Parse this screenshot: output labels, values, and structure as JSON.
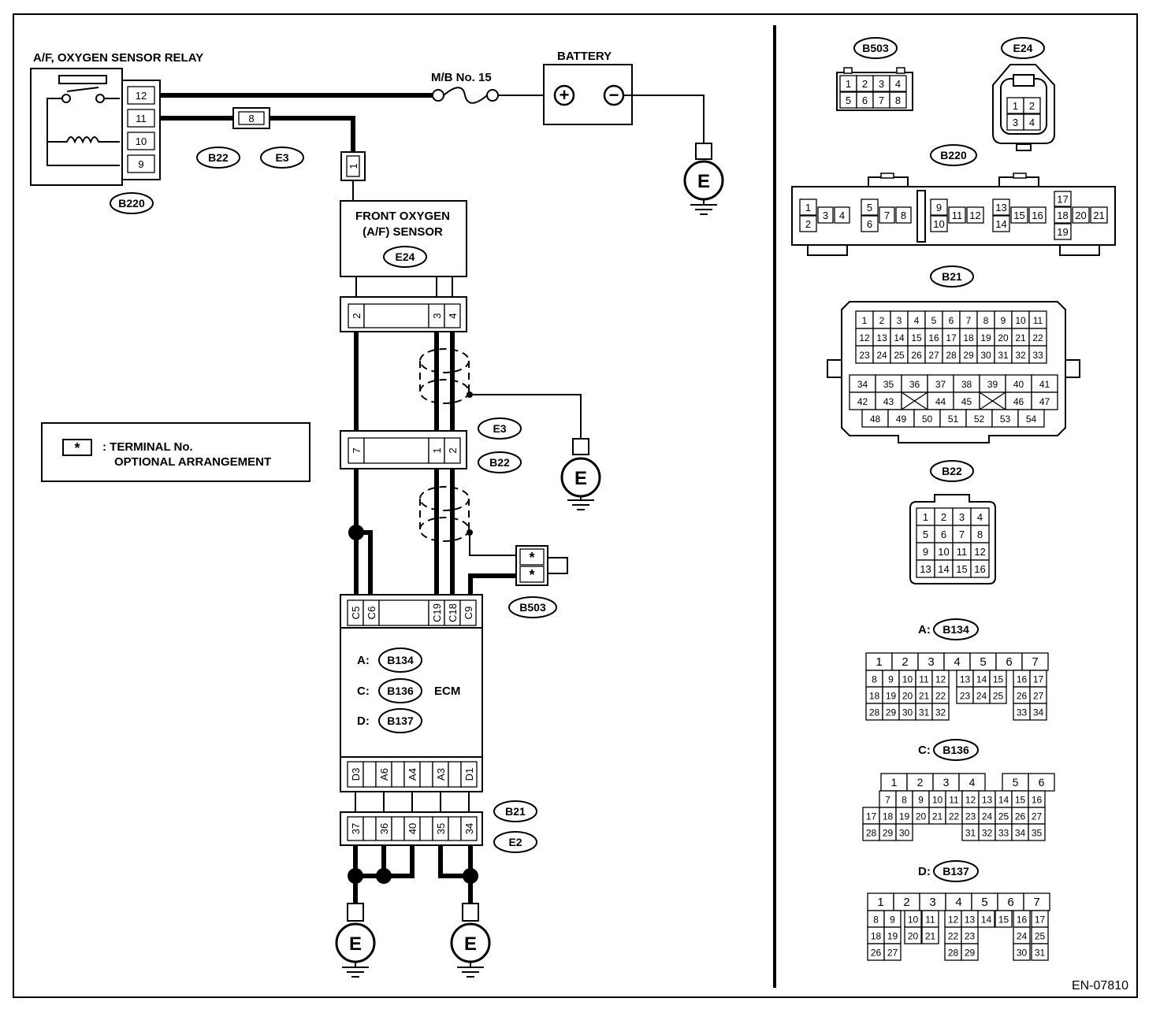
{
  "relay": {
    "title": "A/F, OXYGEN SENSOR RELAY",
    "pins": [
      "12",
      "11",
      "10",
      "9"
    ],
    "connector": "B220"
  },
  "fuse": {
    "label": "M/B No. 15"
  },
  "battery": {
    "label": "BATTERY",
    "plus": "+",
    "minus": "−"
  },
  "joint8": {
    "pin": "8",
    "connectors": [
      "B22",
      "E3"
    ]
  },
  "pin1": "1",
  "sensor": {
    "line1": "FRONT OXYGEN",
    "line2": "(A/F) SENSOR",
    "connector": "E24",
    "conn_pins": [
      "2",
      "3",
      "4"
    ]
  },
  "mid_connector": {
    "pins": [
      "7",
      "1",
      "2"
    ],
    "labels": [
      "E3",
      "B22"
    ]
  },
  "ground": {
    "symbol": "E"
  },
  "legend": {
    "symbol": "*",
    "line1": ": TERMINAL No.",
    "line2": "OPTIONAL ARRANGEMENT"
  },
  "b503_plug": {
    "pins": [
      "*",
      "*"
    ],
    "label": "B503"
  },
  "ecm": {
    "top_pins": [
      "C5",
      "C6",
      "C19",
      "C18",
      "C9"
    ],
    "rows": [
      {
        "prefix": "A:",
        "conn": "B134"
      },
      {
        "prefix": "C:",
        "conn": "B136"
      },
      {
        "prefix": "D:",
        "conn": "B137"
      }
    ],
    "name": "ECM",
    "bottom_pins": [
      "D3",
      "A6",
      "A4",
      "A3",
      "D1"
    ]
  },
  "b21_bottom": {
    "pins": [
      "37",
      "36",
      "40",
      "35",
      "34"
    ],
    "labels": [
      "B21",
      "E2"
    ]
  },
  "faces": {
    "b503": {
      "label": "B503",
      "row1": [
        "1",
        "2",
        "3",
        "4"
      ],
      "row2": [
        "5",
        "6",
        "7",
        "8"
      ]
    },
    "e24": {
      "label": "E24",
      "row1": [
        "1",
        "2"
      ],
      "row2": [
        "3",
        "4"
      ]
    },
    "b220": {
      "label": "B220",
      "pins": [
        "1",
        "2",
        "3",
        "4",
        "5",
        "6",
        "7",
        "8",
        "9",
        "10",
        "11",
        "12",
        "13",
        "14",
        "15",
        "16",
        "17",
        "18",
        "19",
        "20",
        "21"
      ]
    },
    "b21": {
      "label": "B21",
      "top_rows": [
        [
          "1",
          "2",
          "3",
          "4",
          "5",
          "6",
          "7",
          "8",
          "9",
          "10",
          "11"
        ],
        [
          "12",
          "13",
          "14",
          "15",
          "16",
          "17",
          "18",
          "19",
          "20",
          "21",
          "22"
        ],
        [
          "23",
          "24",
          "25",
          "26",
          "27",
          "28",
          "29",
          "30",
          "31",
          "32",
          "33"
        ]
      ],
      "row4": [
        "34",
        "35",
        "36",
        "37",
        "38",
        "39",
        "40",
        "41"
      ],
      "row5": [
        "42",
        "43",
        "",
        "44",
        "45",
        "",
        "46",
        "47"
      ],
      "row6": [
        "48",
        "49",
        "50",
        "51",
        "52",
        "53",
        "54"
      ]
    },
    "b22": {
      "label": "B22",
      "rows": [
        [
          "1",
          "2",
          "3",
          "4"
        ],
        [
          "5",
          "6",
          "7",
          "8"
        ],
        [
          "9",
          "10",
          "11",
          "12"
        ],
        [
          "13",
          "14",
          "15",
          "16"
        ]
      ]
    },
    "b134": {
      "prefix": "A:",
      "label": "B134",
      "row1": [
        "1",
        "2",
        "3",
        "4",
        "5",
        "6",
        "7"
      ],
      "row2": [
        "8",
        "9",
        "10",
        "11",
        "12",
        "13",
        "14",
        "15",
        "16",
        "17"
      ],
      "row3": [
        "18",
        "19",
        "20",
        "21",
        "22",
        "23",
        "24",
        "25",
        "26",
        "27"
      ],
      "row4": [
        "28",
        "29",
        "30",
        "31",
        "32",
        "",
        "",
        "",
        "33",
        "34"
      ]
    },
    "b136": {
      "prefix": "C:",
      "label": "B136",
      "row1": [
        "1",
        "2",
        "3",
        "4",
        "",
        "5",
        "6"
      ],
      "row2": [
        "7",
        "8",
        "9",
        "10",
        "11",
        "12",
        "13",
        "14",
        "15",
        "16"
      ],
      "row3": [
        "17",
        "18",
        "19",
        "20",
        "21",
        "22",
        "23",
        "24",
        "25",
        "26",
        "27"
      ],
      "row4": [
        "28",
        "29",
        "30",
        "",
        "",
        "",
        "31",
        "32",
        "33",
        "34",
        "35"
      ]
    },
    "b137": {
      "prefix": "D:",
      "label": "B137",
      "row1": [
        "1",
        "2",
        "3",
        "4",
        "5",
        "6",
        "7"
      ],
      "row2": [
        "8",
        "9",
        "10",
        "11",
        "12",
        "13",
        "14",
        "15",
        "16",
        "17"
      ],
      "row3": [
        "18",
        "19",
        "20",
        "21",
        "22",
        "23",
        "",
        "",
        "24",
        "25"
      ],
      "row4": [
        "26",
        "27",
        "",
        "",
        "28",
        "29",
        "",
        "",
        "30",
        "31"
      ]
    }
  },
  "code": "EN-07810"
}
